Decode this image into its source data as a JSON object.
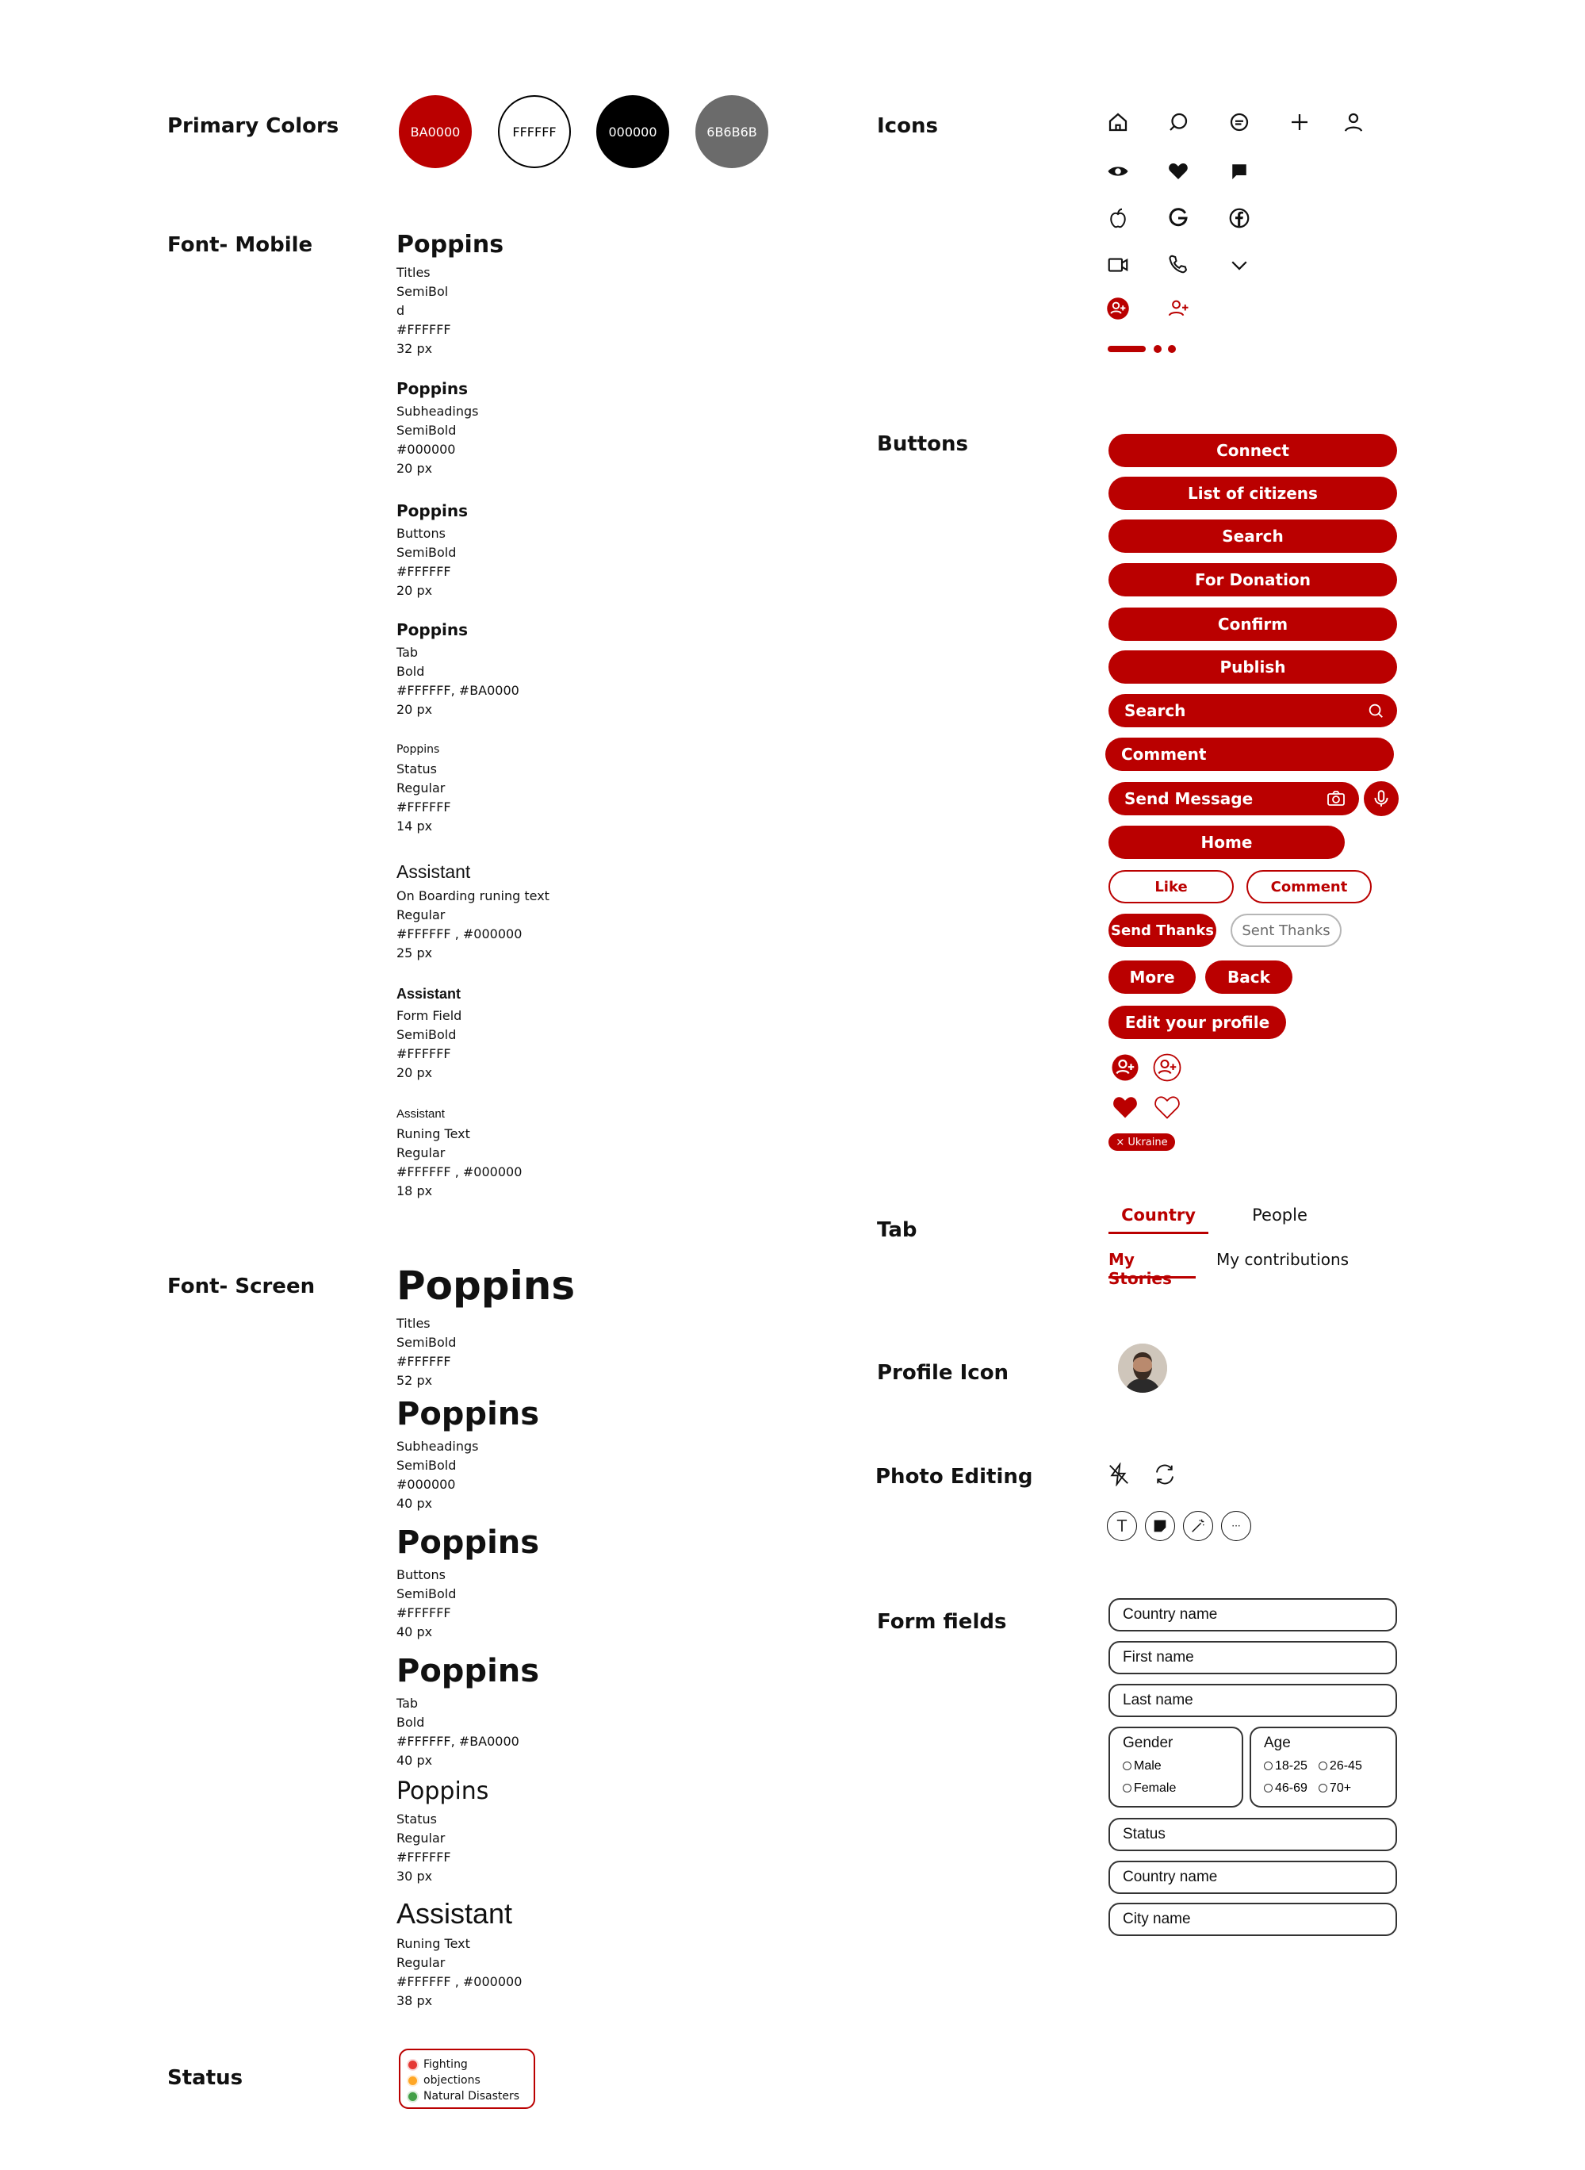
{
  "colors": {
    "title": "Primary Colors",
    "swatches": [
      {
        "label": "BA0000",
        "hex": "#BA0000",
        "text": "#FFFFFF",
        "border": "#BA0000"
      },
      {
        "label": "FFFFFF",
        "hex": "#FFFFFF",
        "text": "#000000",
        "border": "#000000"
      },
      {
        "label": "000000",
        "hex": "#000000",
        "text": "#FFFFFF",
        "border": "#000000"
      },
      {
        "label": "6B6B6B",
        "hex": "#6B6B6B",
        "text": "#FFFFFF",
        "border": "#6B6B6B"
      }
    ]
  },
  "font_mobile": {
    "title": "Font- Mobile",
    "items": [
      {
        "name": "Poppins",
        "lines": [
          "Titles",
          "SemiBol",
          "d",
          "#FFFFFF",
          "32 px"
        ]
      },
      {
        "name": "Poppins",
        "lines": [
          "Subheadings",
          "SemiBold",
          "#000000",
          "20 px"
        ]
      },
      {
        "name": "Poppins",
        "lines": [
          "Buttons",
          "SemiBold",
          "#FFFFFF",
          "20 px"
        ]
      },
      {
        "name": "Poppins",
        "lines": [
          "Tab",
          "Bold",
          "#FFFFFF, #BA0000",
          "20 px"
        ]
      },
      {
        "name": "Poppins",
        "lines": [
          "Status",
          "Regular",
          "#FFFFFF",
          "14 px"
        ]
      },
      {
        "name": "Assistant",
        "lines": [
          "On Boarding runing text",
          "Regular",
          "#FFFFFF , #000000",
          "25 px"
        ]
      },
      {
        "name": "Assistant",
        "lines": [
          "Form Field",
          "SemiBold",
          "#FFFFFF",
          "20 px"
        ]
      },
      {
        "name": "Assistant",
        "lines": [
          "Runing Text",
          "Regular",
          "#FFFFFF , #000000",
          "18 px"
        ]
      }
    ]
  },
  "font_screen": {
    "title": "Font- Screen",
    "items": [
      {
        "name": "Poppins",
        "lines": [
          "Titles",
          "SemiBold",
          "#FFFFFF",
          "52 px"
        ]
      },
      {
        "name": "Poppins",
        "lines": [
          "Subheadings",
          "SemiBold",
          "#000000",
          "40 px"
        ]
      },
      {
        "name": "Poppins",
        "lines": [
          "Buttons",
          "SemiBold",
          "#FFFFFF",
          "40 px"
        ]
      },
      {
        "name": "Poppins",
        "lines": [
          "Tab",
          "Bold",
          "#FFFFFF, #BA0000",
          "40 px"
        ]
      },
      {
        "name": "Poppins",
        "lines": [
          "Status",
          "Regular",
          "#FFFFFF",
          "30 px"
        ]
      },
      {
        "name": "Assistant",
        "lines": [
          "Runing Text",
          "Regular",
          "#FFFFFF , #000000",
          "38 px"
        ]
      }
    ]
  },
  "status": {
    "title": "Status",
    "items": [
      {
        "label": "Fighting",
        "color": "#E53935"
      },
      {
        "label": "objections",
        "color": "#FFA726"
      },
      {
        "label": "Natural Disasters",
        "color": "#43A047"
      }
    ]
  },
  "icons": {
    "title": "Icons",
    "names": [
      "home-icon",
      "search-icon",
      "chat-icon",
      "plus-icon",
      "user-icon",
      "eye-icon",
      "heart-icon",
      "message-icon",
      "apple-icon",
      "google-icon",
      "facebook-icon",
      "video-icon",
      "phone-icon",
      "chevron-down-icon",
      "add-user-filled-icon",
      "add-user-icon",
      "pager-dots-icon"
    ]
  },
  "buttons": {
    "title": "Buttons",
    "connect": "Connect",
    "list_of_citizens": "List of citizens",
    "search": "Search",
    "for_donation": "For Donation",
    "confirm": "Confirm",
    "publish": "Publish",
    "search_bar": "Search",
    "comment": "Comment",
    "send_message": "Send Message",
    "home": "Home",
    "like": "Like",
    "comment_outline": "Comment",
    "send_thanks": "Send Thanks",
    "sent_thanks": "Sent Thanks",
    "more": "More",
    "back": "Back",
    "edit_profile": "Edit your profile",
    "chip": "× Ukraine"
  },
  "tab": {
    "title": "Tab",
    "row1": [
      "Country",
      "People"
    ],
    "row2": [
      "My Stories",
      "My contributions"
    ]
  },
  "profile": {
    "title": "Profile Icon"
  },
  "photo_editing": {
    "title": "Photo Editing",
    "text_tool": "T",
    "more": "···"
  },
  "form": {
    "title": "Form fields",
    "country_name": "Country name",
    "first_name": "First name",
    "last_name": "Last name",
    "gender": "Gender",
    "gender_options": [
      "Male",
      "Female"
    ],
    "age": "Age",
    "age_options": [
      "18-25",
      "26-45",
      "46-69",
      "70+"
    ],
    "status": "Status",
    "country_name_2": "Country name",
    "city_name": "City name"
  }
}
